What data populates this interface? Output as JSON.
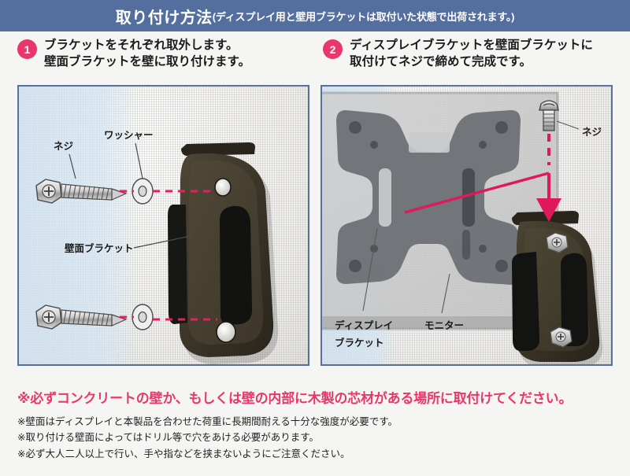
{
  "header": {
    "title": "取り付け方法",
    "subtitle": "(ディスプレイ用と壁用ブラケットは取付いた状態で出荷されます。)",
    "background_color": "#546f9e",
    "text_color": "#ffffff"
  },
  "accent_color": "#e8376b",
  "border_color": "#5a7099",
  "steps": [
    {
      "number": "1",
      "line1": "ブラケットをそれぞれ取外します。",
      "line2": "壁面ブラケットを壁に取り付けます。"
    },
    {
      "number": "2",
      "line1": "ディスプレイブラケットを壁面ブラケットに",
      "line2": "取付けてネジで締めて完成です。"
    }
  ],
  "panels": [
    {
      "id": "step1-photo",
      "labels": [
        {
          "name": "screw",
          "text": "ネジ"
        },
        {
          "name": "washer",
          "text": "ワッシャー"
        },
        {
          "name": "wall-bracket",
          "text": "壁面ブラケット"
        }
      ]
    },
    {
      "id": "step2-photo",
      "labels": [
        {
          "name": "screw",
          "text": "ネジ"
        },
        {
          "name": "display-bracket-line1",
          "text": "ディスプレイ"
        },
        {
          "name": "display-bracket-line2",
          "text": "ブラケット"
        },
        {
          "name": "monitor",
          "text": "モニター"
        }
      ]
    }
  ],
  "notes": {
    "warning": "※必ずコンクリートの壁か、もしくは壁の内部に木製の芯材がある場所に取付けてください。",
    "items": [
      "※壁面はディスプレイと本製品を合わせた荷重に長期間耐える十分な強度が必要です。",
      "※取り付ける壁面によってはドリル等で穴をあける必要があります。",
      "※必ず大人二人以上で行い、手や指などを挟まないようにご注意ください。"
    ]
  }
}
